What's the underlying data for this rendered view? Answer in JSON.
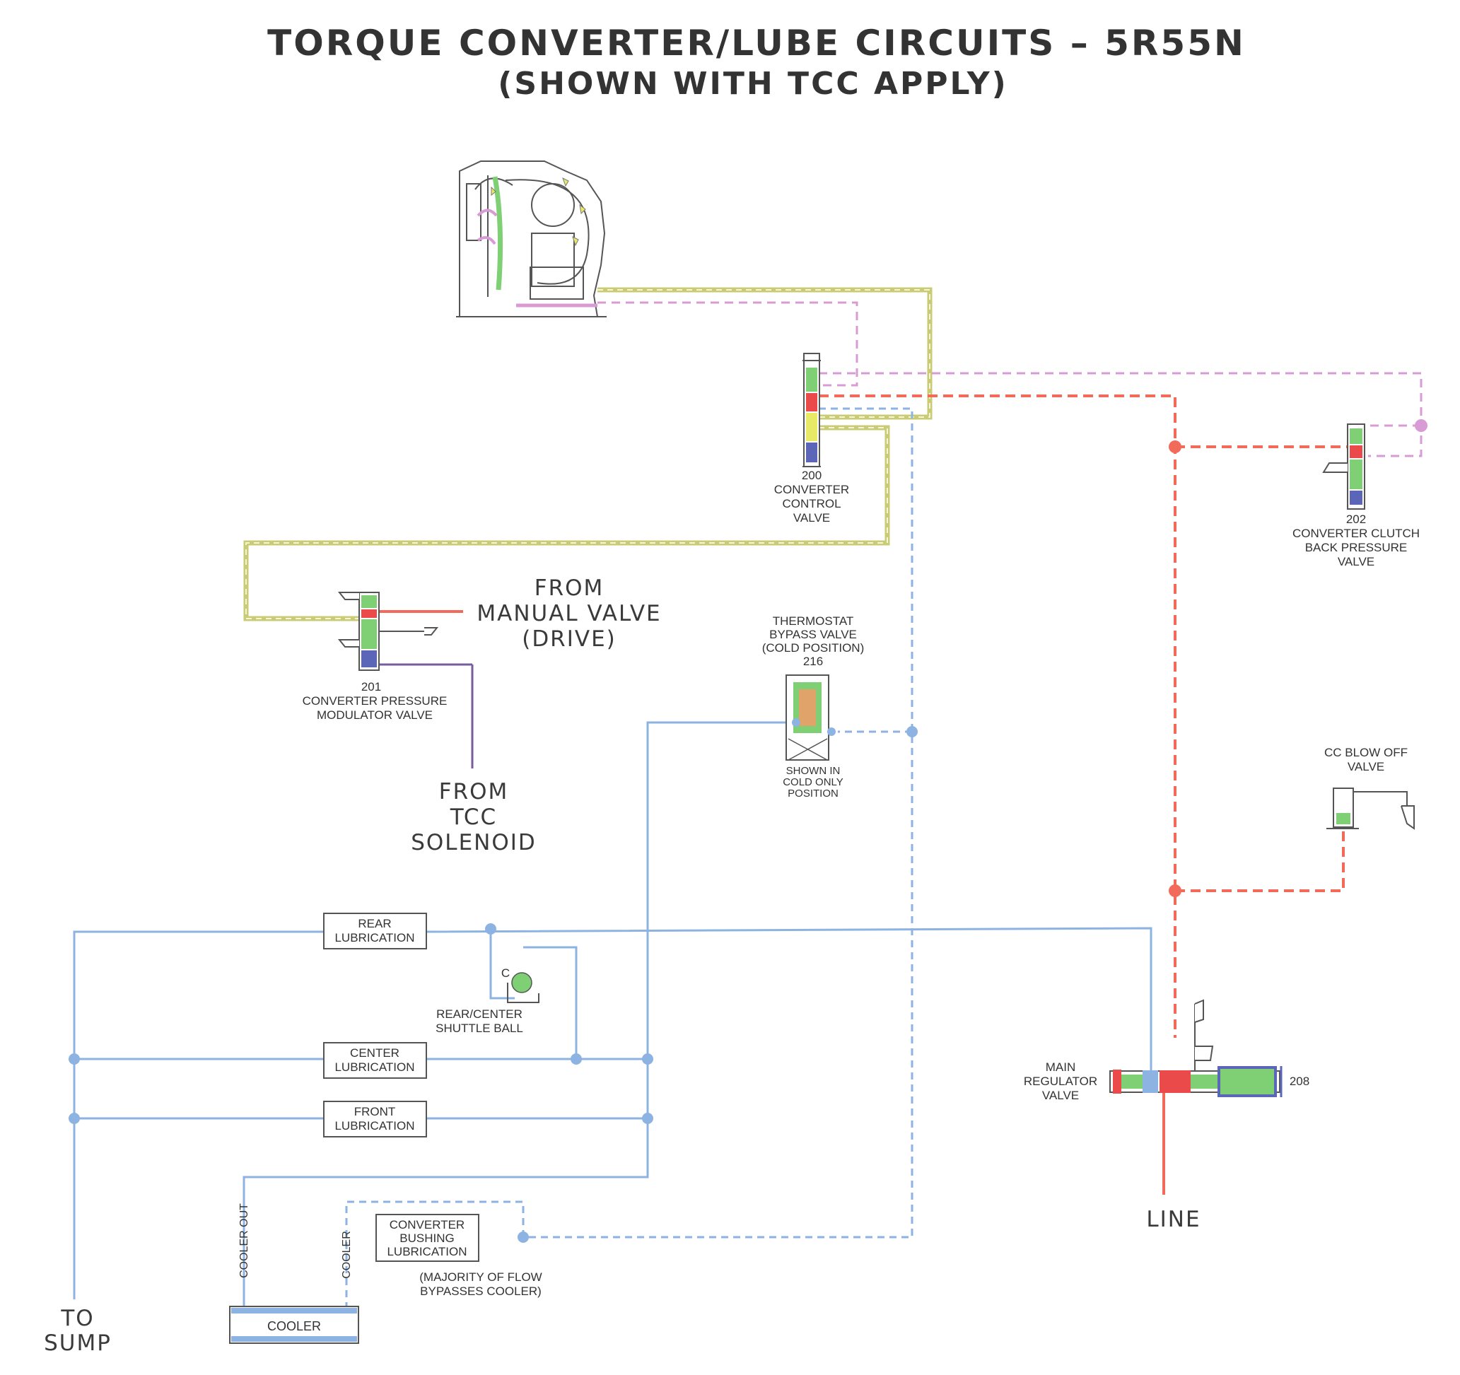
{
  "title": "TORQUE CONVERTER/LUBE CIRCUITS – 5R55N",
  "subtitle": "(SHOWN WITH TCC APPLY)",
  "colors": {
    "lube": "#8db3e2",
    "line_pressure": "#f26b5a",
    "converter_release": "#d99bd6",
    "converter_apply": "#c9cc74",
    "tcc_signal": "#7a5b9e",
    "valve_green": "#7fcf74",
    "valve_blue": "#5b66b8",
    "valve_yellow": "#e8ea66",
    "valve_red": "#ea4a4a"
  },
  "valves": {
    "v200": {
      "number": "200",
      "line1": "CONVERTER",
      "line2": "CONTROL",
      "line3": "VALVE"
    },
    "v202": {
      "number": "202",
      "line1": "CONVERTER CLUTCH",
      "line2": "BACK PRESSURE",
      "line3": "VALVE"
    },
    "v201": {
      "number": "201",
      "line1": "CONVERTER PRESSURE",
      "line2": "MODULATOR VALVE"
    },
    "v216": {
      "line1": "THERMOSTAT",
      "line2": "BYPASS VALVE",
      "line3": "(COLD POSITION)",
      "number": "216",
      "note1": "SHOWN IN",
      "note2": "COLD ONLY",
      "note3": "POSITION"
    },
    "blowoff": {
      "line1": "CC BLOW OFF",
      "line2": "VALVE"
    },
    "main_reg": {
      "line1": "MAIN",
      "line2": "REGULATOR",
      "line3": "VALVE",
      "number": "208"
    },
    "shuttle": {
      "letter": "C",
      "line1": "REAR/CENTER",
      "line2": "SHUTTLE BALL"
    }
  },
  "sources": {
    "manual_valve": {
      "line1": "FROM",
      "line2": "MANUAL VALVE",
      "line3": "(DRIVE)"
    },
    "tcc_solenoid": {
      "line1": "FROM",
      "line2": "TCC",
      "line3": "SOLENOID"
    },
    "line": "LINE",
    "sump": {
      "line1": "TO",
      "line2": "SUMP"
    }
  },
  "boxes": {
    "rear": {
      "line1": "REAR",
      "line2": "LUBRICATION"
    },
    "center": {
      "line1": "CENTER",
      "line2": "LUBRICATION"
    },
    "front": {
      "line1": "FRONT",
      "line2": "LUBRICATION"
    },
    "bushing": {
      "line1": "CONVERTER",
      "line2": "BUSHING",
      "line3": "LUBRICATION"
    },
    "cooler": "COOLER"
  },
  "cooler_labels": {
    "out": "COOLER OUT",
    "in": "COOLER"
  },
  "bypass_note": {
    "line1": "(MAJORITY OF FLOW",
    "line2": "BYPASSES COOLER)"
  }
}
